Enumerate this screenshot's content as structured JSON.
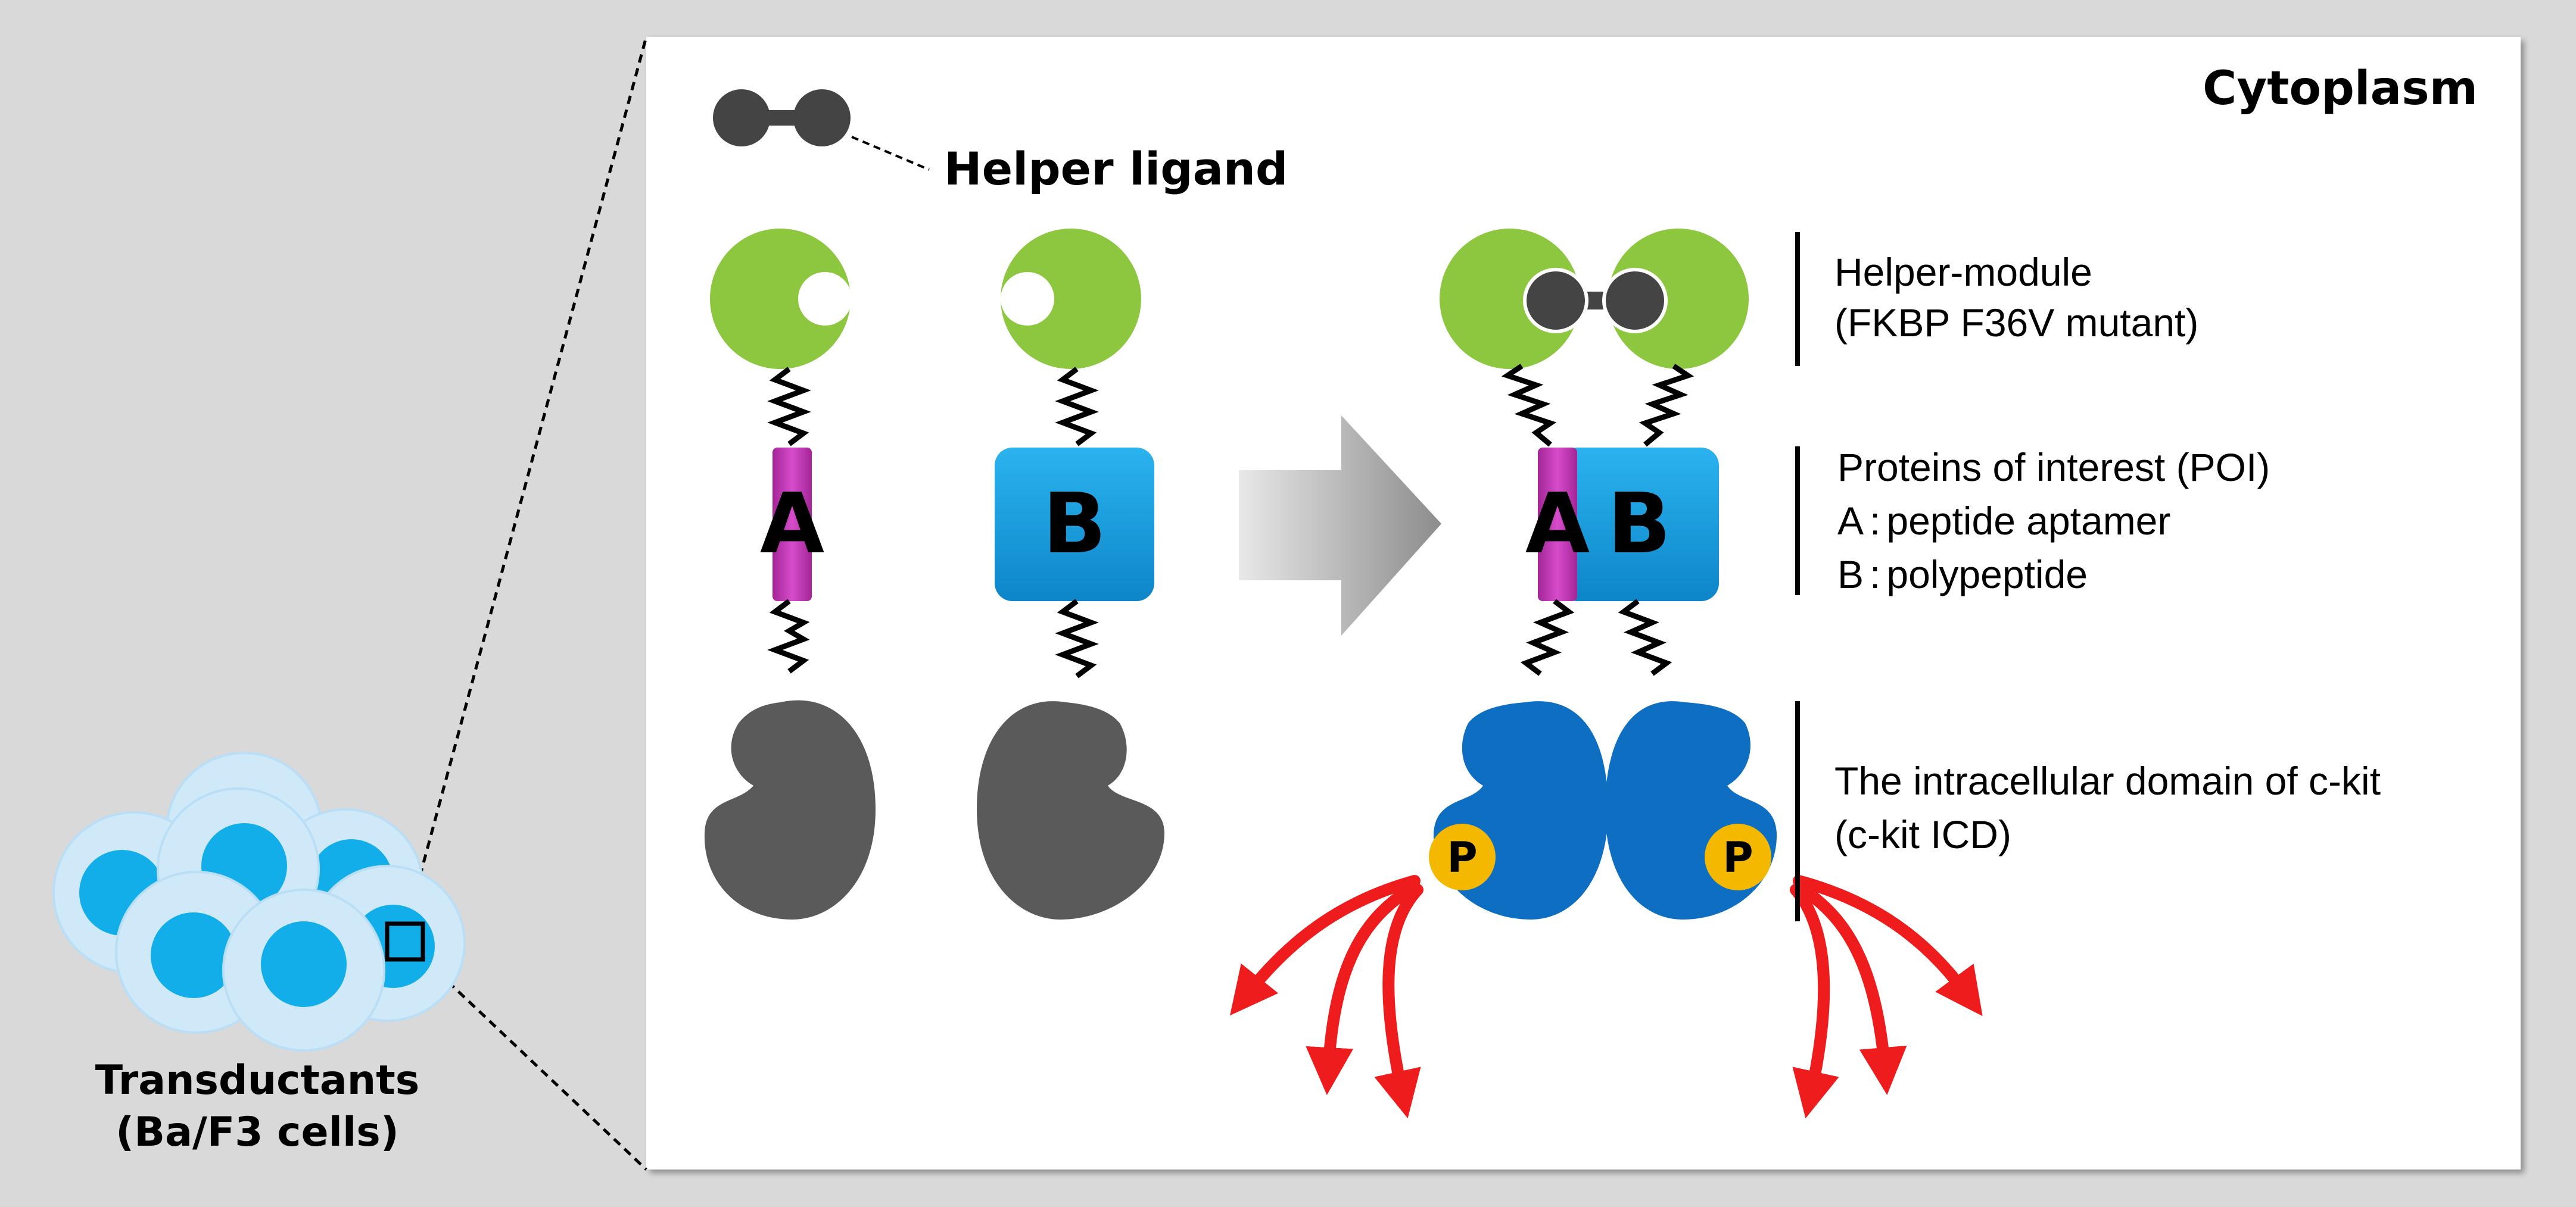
{
  "panel": {
    "compartment_label": "Cytoplasm",
    "helper_ligand_label": "Helper ligand"
  },
  "cells": {
    "label_line1": "Transductants",
    "label_line2": "(Ba/F3 cells)"
  },
  "modules": {
    "poi_a_letter": "A",
    "poi_b_letter": "B",
    "phospho_letter": "P"
  },
  "legend": {
    "helper_module": {
      "line1": "Helper-module",
      "line2": "(FKBP F36V mutant)"
    },
    "poi": {
      "line1": "Proteins of interest (POI)",
      "line2_key": "A",
      "line2_text": "peptide aptamer",
      "line3_key": "B",
      "line3_text": "polypeptide"
    },
    "ckit": {
      "line1": "The intracellular domain of c-kit",
      "line2": "(c-kit ICD)"
    }
  },
  "colors": {
    "background": "#d9d9d9",
    "panel": "#ffffff",
    "helper_module_green": "#8dc63f",
    "poi_a_magenta": "#c436b8",
    "poi_b_blue": "#1fa3e0",
    "inactive_kinase_gray": "#5a5a5a",
    "active_kinase_blue": "#0e6fc2",
    "phospho_yellow": "#f5b800",
    "signal_red": "#ee1c1c",
    "cell_outer": "#cfe9f9",
    "cell_nucleus": "#12aee9",
    "ligand_dark": "#444444"
  }
}
